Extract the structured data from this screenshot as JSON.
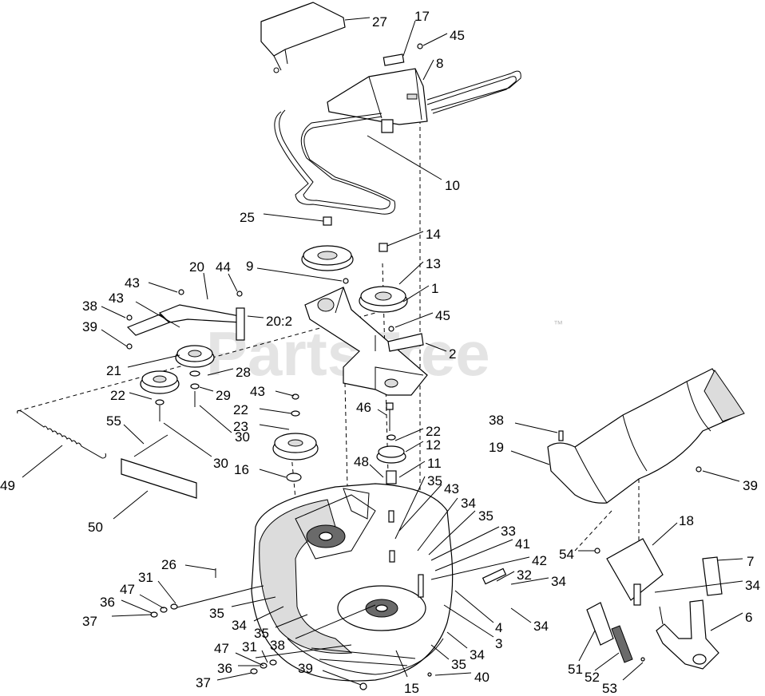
{
  "watermark": {
    "text": "PartsTree",
    "trademark": "™"
  },
  "callouts": [
    {
      "id": "c1",
      "label": "27"
    },
    {
      "id": "c2",
      "label": "17"
    },
    {
      "id": "c3",
      "label": "45"
    },
    {
      "id": "c4",
      "label": "8"
    },
    {
      "id": "c5",
      "label": "10"
    },
    {
      "id": "c6",
      "label": "25"
    },
    {
      "id": "c7",
      "label": "14"
    },
    {
      "id": "c8",
      "label": "13"
    },
    {
      "id": "c9",
      "label": "9"
    },
    {
      "id": "c10",
      "label": "1"
    },
    {
      "id": "c11",
      "label": "20"
    },
    {
      "id": "c12",
      "label": "44"
    },
    {
      "id": "c13",
      "label": "43"
    },
    {
      "id": "c14",
      "label": "43"
    },
    {
      "id": "c15",
      "label": "38"
    },
    {
      "id": "c16",
      "label": "20:2"
    },
    {
      "id": "c17",
      "label": "45"
    },
    {
      "id": "c18",
      "label": "2"
    },
    {
      "id": "c19",
      "label": "39"
    },
    {
      "id": "c20",
      "label": "21"
    },
    {
      "id": "c21",
      "label": "28"
    },
    {
      "id": "c22",
      "label": "22"
    },
    {
      "id": "c23",
      "label": "29"
    },
    {
      "id": "c24",
      "label": "43"
    },
    {
      "id": "c25",
      "label": "22"
    },
    {
      "id": "c26",
      "label": "23"
    },
    {
      "id": "c27",
      "label": "30"
    },
    {
      "id": "c28",
      "label": "55"
    },
    {
      "id": "c29",
      "label": "30"
    },
    {
      "id": "c30",
      "label": "46"
    },
    {
      "id": "c31",
      "label": "22"
    },
    {
      "id": "c32",
      "label": "12"
    },
    {
      "id": "c33",
      "label": "16"
    },
    {
      "id": "c34",
      "label": "48"
    },
    {
      "id": "c35",
      "label": "11"
    },
    {
      "id": "c36",
      "label": "38"
    },
    {
      "id": "c37",
      "label": "19"
    },
    {
      "id": "c38",
      "label": "39"
    },
    {
      "id": "c39",
      "label": "49"
    },
    {
      "id": "c40",
      "label": "50"
    },
    {
      "id": "c41",
      "label": "35"
    },
    {
      "id": "c42",
      "label": "43"
    },
    {
      "id": "c43",
      "label": "34"
    },
    {
      "id": "c44",
      "label": "35"
    },
    {
      "id": "c45",
      "label": "18"
    },
    {
      "id": "c46",
      "label": "33"
    },
    {
      "id": "c47",
      "label": "41"
    },
    {
      "id": "c48",
      "label": "7"
    },
    {
      "id": "c49",
      "label": "54"
    },
    {
      "id": "c50",
      "label": "42"
    },
    {
      "id": "c51",
      "label": "32"
    },
    {
      "id": "c52",
      "label": "34"
    },
    {
      "id": "c53",
      "label": "34"
    },
    {
      "id": "c54",
      "label": "26"
    },
    {
      "id": "c55",
      "label": "31"
    },
    {
      "id": "c56",
      "label": "47"
    },
    {
      "id": "c57",
      "label": "36"
    },
    {
      "id": "c58",
      "label": "37"
    },
    {
      "id": "c59",
      "label": "35"
    },
    {
      "id": "c60",
      "label": "34"
    },
    {
      "id": "c61",
      "label": "35"
    },
    {
      "id": "c62",
      "label": "4"
    },
    {
      "id": "c63",
      "label": "3"
    },
    {
      "id": "c64",
      "label": "6"
    },
    {
      "id": "c65",
      "label": "34"
    },
    {
      "id": "c66",
      "label": "38"
    },
    {
      "id": "c67",
      "label": "47"
    },
    {
      "id": "c68",
      "label": "31"
    },
    {
      "id": "c69",
      "label": "36"
    },
    {
      "id": "c70",
      "label": "37"
    },
    {
      "id": "c71",
      "label": "39"
    },
    {
      "id": "c72",
      "label": "34"
    },
    {
      "id": "c73",
      "label": "35"
    },
    {
      "id": "c74",
      "label": "15"
    },
    {
      "id": "c75",
      "label": "40"
    },
    {
      "id": "c76",
      "label": "51"
    },
    {
      "id": "c77",
      "label": "52"
    },
    {
      "id": "c78",
      "label": "53"
    }
  ]
}
